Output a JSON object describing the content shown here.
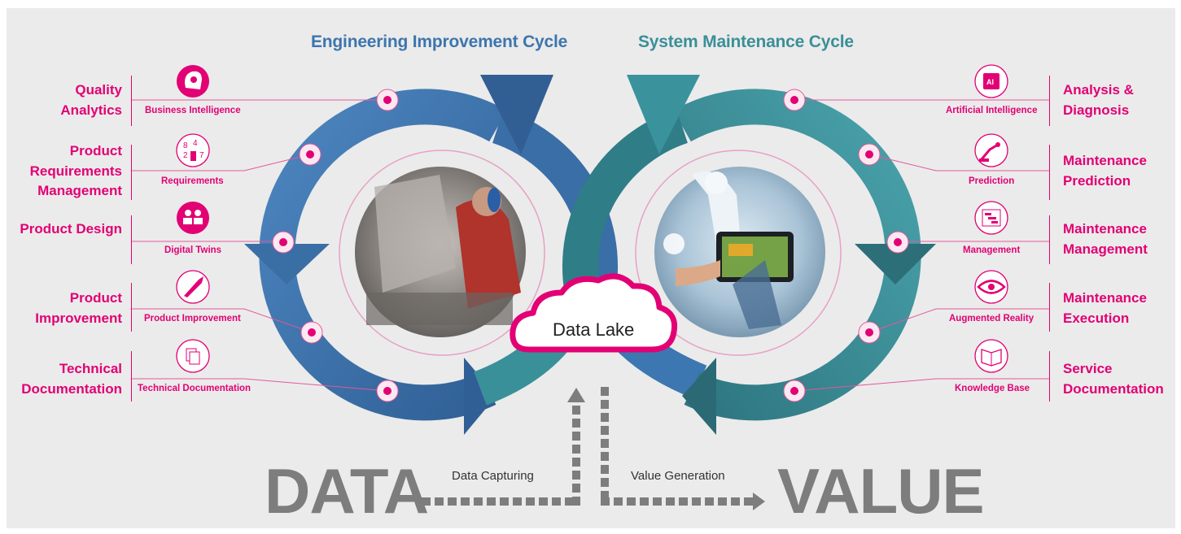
{
  "colors": {
    "magenta": "#e20074",
    "blue": "#3d75ad",
    "teal": "#3b8f98",
    "grey": "#7d7d7d",
    "background": "#ebebeb"
  },
  "cycles": {
    "engineering_title": "Engineering Improvement Cycle",
    "maintenance_title": "System Maintenance Cycle"
  },
  "left_items": [
    {
      "category": "Quality Analytics",
      "sub": "Business Intelligence",
      "icon": "brain-gear-icon"
    },
    {
      "category": "Product Requirements Management",
      "sub": "Requirements",
      "icon": "numbers-hand-icon"
    },
    {
      "category": "Product Design",
      "sub": "Digital Twins",
      "icon": "twins-icon"
    },
    {
      "category": "Product Improvement",
      "sub": "Product Improvement",
      "icon": "rocket-icon"
    },
    {
      "category": "Technical Documentation",
      "sub": "Technical Documentation",
      "icon": "documents-icon"
    }
  ],
  "right_items": [
    {
      "category": "Analysis & Diagnosis",
      "sub": "Artificial Intelligence",
      "icon": "ai-chip-icon"
    },
    {
      "category": "Maintenance Prediction",
      "sub": "Prediction",
      "icon": "robot-arm-icon"
    },
    {
      "category": "Maintenance Management",
      "sub": "Management",
      "icon": "gantt-icon"
    },
    {
      "category": "Maintenance Execution",
      "sub": "Augmented Reality",
      "icon": "ar-eye-icon"
    },
    {
      "category": "Service Documentation",
      "sub": "Knowledge Base",
      "icon": "book-icon"
    }
  ],
  "center": {
    "data_lake": "Data Lake"
  },
  "bottom": {
    "data": "DATA",
    "value": "VALUE",
    "capturing": "Data Capturing",
    "generation": "Value Generation"
  }
}
